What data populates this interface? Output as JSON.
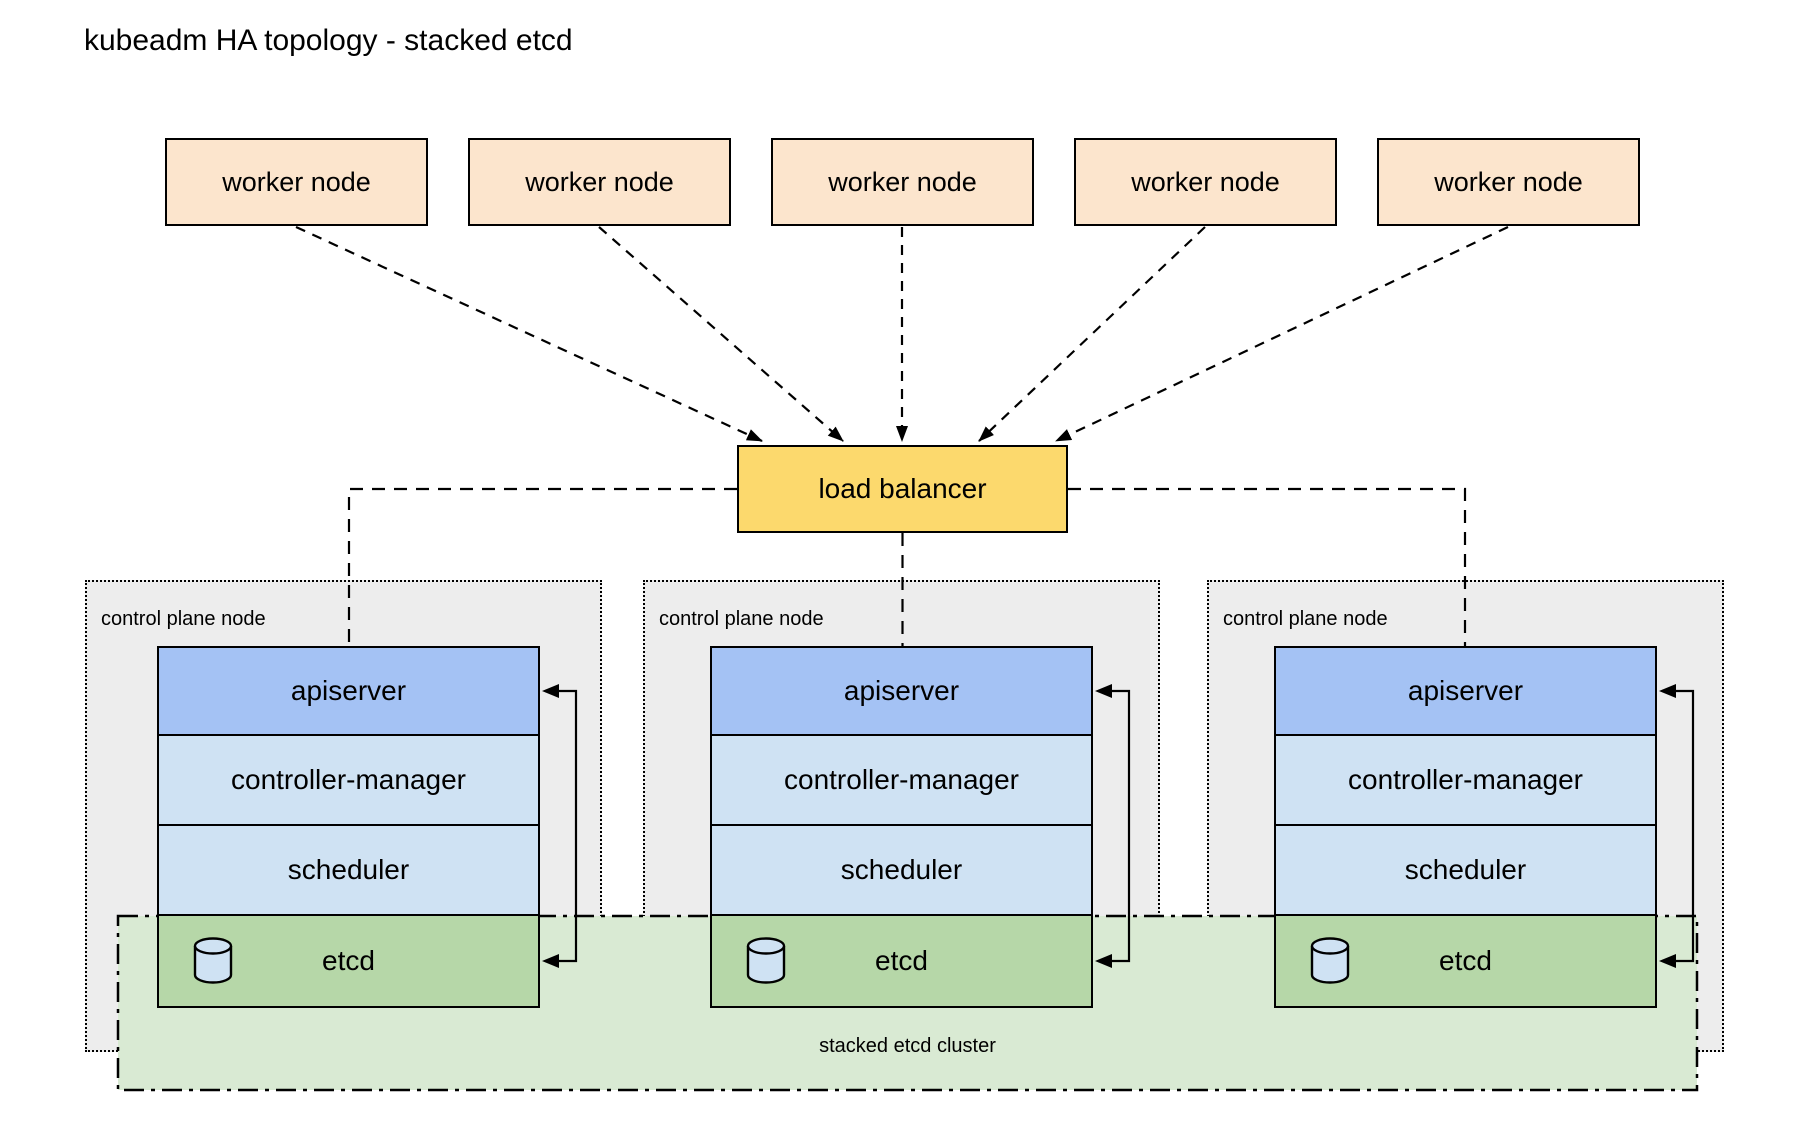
{
  "title": "kubeadm HA topology - stacked etcd",
  "workers": [
    {
      "label": "worker node"
    },
    {
      "label": "worker node"
    },
    {
      "label": "worker node"
    },
    {
      "label": "worker node"
    },
    {
      "label": "worker node"
    }
  ],
  "load_balancer": {
    "label": "load balancer"
  },
  "control_plane_nodes": [
    {
      "label": "control plane node",
      "components": [
        {
          "label": "apiserver"
        },
        {
          "label": "controller-manager"
        },
        {
          "label": "scheduler"
        },
        {
          "label": "etcd",
          "icon": "database-cylinder-icon"
        }
      ]
    },
    {
      "label": "control plane node",
      "components": [
        {
          "label": "apiserver"
        },
        {
          "label": "controller-manager"
        },
        {
          "label": "scheduler"
        },
        {
          "label": "etcd",
          "icon": "database-cylinder-icon"
        }
      ]
    },
    {
      "label": "control plane node",
      "components": [
        {
          "label": "apiserver"
        },
        {
          "label": "controller-manager"
        },
        {
          "label": "scheduler"
        },
        {
          "label": "etcd",
          "icon": "database-cylinder-icon"
        }
      ]
    }
  ],
  "etcd_cluster_label": "stacked etcd cluster",
  "colors": {
    "background": "#ffffff",
    "worker_fill": "#fce5cd",
    "load_balancer_fill": "#fcd96d",
    "apiserver_fill": "#a4c2f4",
    "component_fill": "#cfe2f3",
    "etcd_fill": "#b6d7a8",
    "cluster_fill": "#d9ead3",
    "node_fill": "#ededed",
    "line": "#000000"
  }
}
